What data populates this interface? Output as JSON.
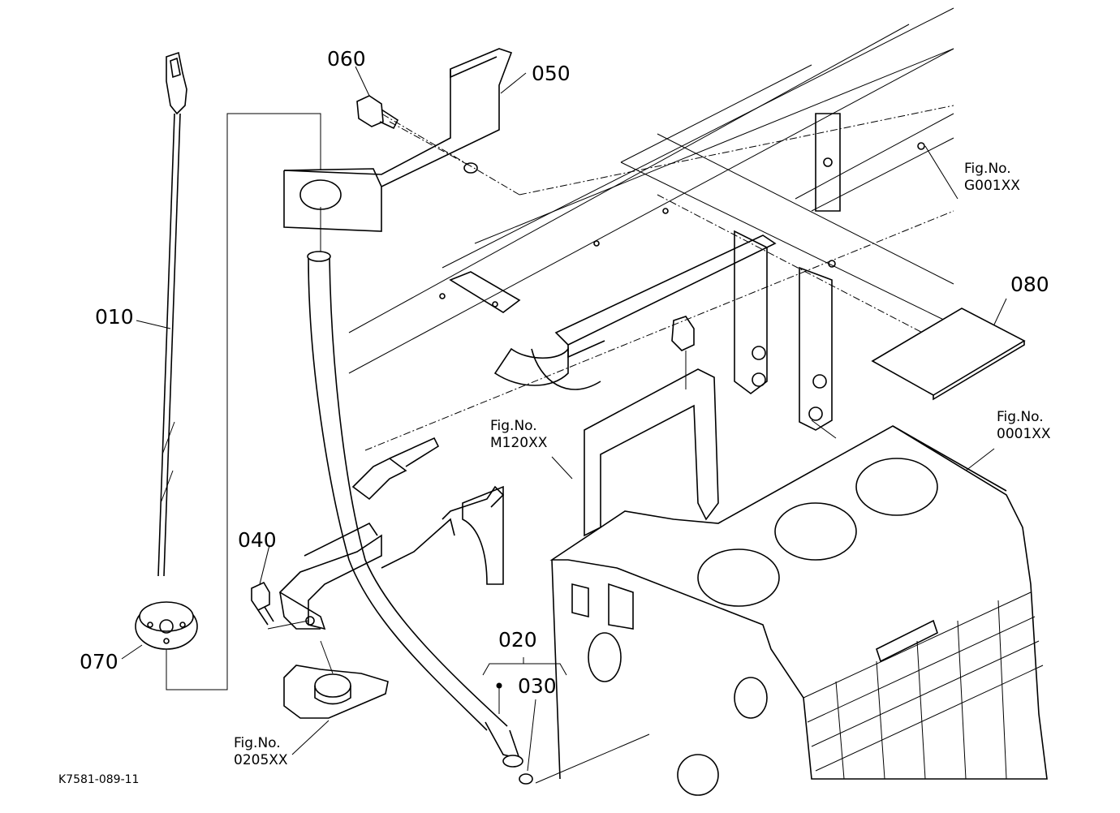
{
  "parts": {
    "p010": "010",
    "p020": "020",
    "p030": "030",
    "p040": "040",
    "p050": "050",
    "p060": "060",
    "p070": "070",
    "p080": "080"
  },
  "refs": {
    "g001": {
      "line1": "Fig.No.",
      "line2": "G001XX"
    },
    "m120": {
      "line1": "Fig.No.",
      "line2": "M120XX"
    },
    "r0001": {
      "line1": "Fig.No.",
      "line2": "0001XX"
    },
    "r0205": {
      "line1": "Fig.No.",
      "line2": "0205XX"
    }
  },
  "drawing_code": "K7581-089-11"
}
